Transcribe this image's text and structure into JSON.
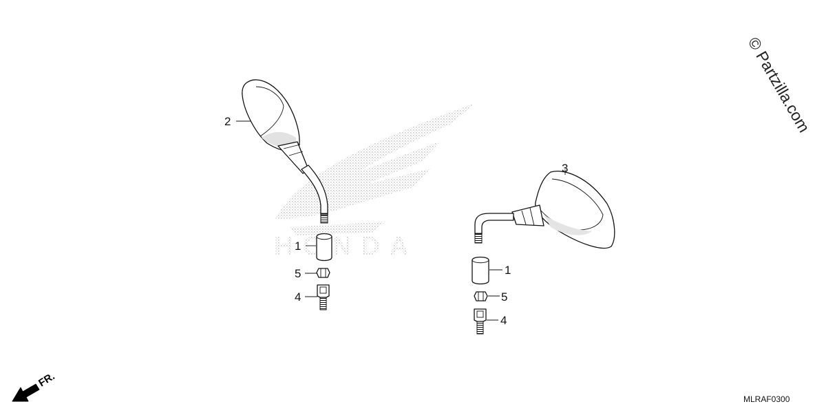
{
  "diagram": {
    "watermark": "© Partzilla.com",
    "diagram_code": "MLRAF0300",
    "direction_label": "FR.",
    "background_logo": "HONDA",
    "left_assembly": {
      "callouts": [
        "2",
        "1",
        "5",
        "4"
      ]
    },
    "right_assembly": {
      "callouts": [
        "3",
        "1",
        "5",
        "4"
      ]
    }
  },
  "colors": {
    "line": "#111111",
    "background": "#ffffff",
    "logo_stipple": "#c8c8c8"
  },
  "icons": {
    "direction": "arrow-down-left-icon"
  }
}
